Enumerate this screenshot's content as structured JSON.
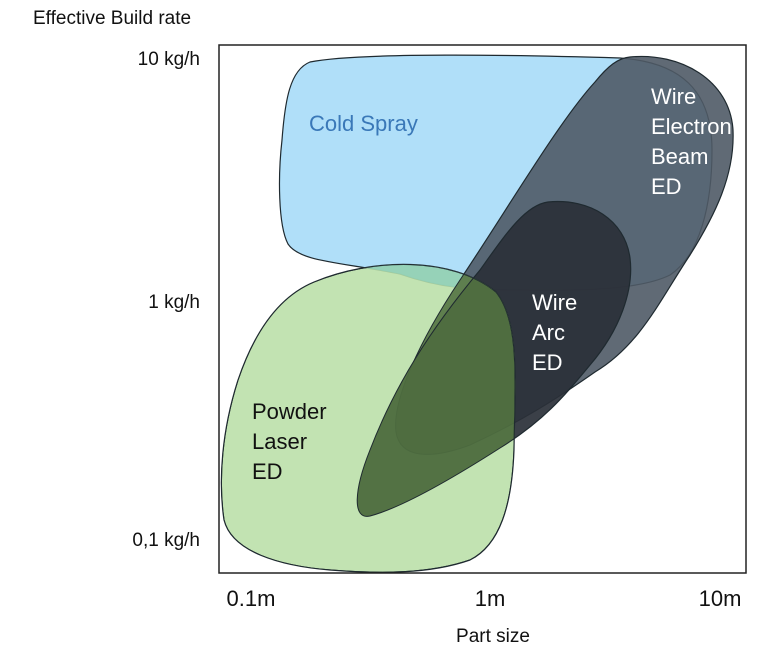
{
  "y_axis_title": "Effective Build rate",
  "x_axis_title": "Part size",
  "y_ticks": [
    "10 kg/h",
    "1 kg/h",
    "0,1 kg/h"
  ],
  "x_ticks": [
    "0.1m",
    "1m",
    "10m"
  ],
  "regions": [
    {
      "name": "Cold Spray",
      "lines": [
        "Cold Spray"
      ],
      "color": "#a9dcf8",
      "label_color": "#3a78b8"
    },
    {
      "name": "Wire Electron Beam ED",
      "lines": [
        "Wire",
        "Electron",
        "Beam",
        "ED"
      ],
      "color": "#4f5a66",
      "label_color": "#ffffff"
    },
    {
      "name": "Wire Arc ED",
      "lines": [
        "Wire",
        "Arc",
        "ED"
      ],
      "color": "#2a3038",
      "label_color": "#ffffff"
    },
    {
      "name": "Powder Laser ED",
      "lines": [
        "Powder",
        "Laser",
        "ED"
      ],
      "color": "#b9dfa7",
      "label_color": "#111111"
    }
  ],
  "colors": {
    "frame": "#222222",
    "region_stroke": "#1f2a30",
    "overlap_green": "#5b7a4a"
  }
}
